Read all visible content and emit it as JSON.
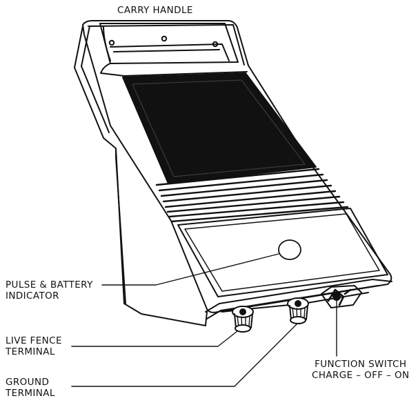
{
  "labels": {
    "carry_handle": "CARRY HANDLE",
    "pulse_indicator": [
      "PULSE & BATTERY",
      "INDICATOR"
    ],
    "live_terminal": [
      "LIVE FENCE",
      "TERMINAL"
    ],
    "ground_terminal": [
      "GROUND",
      "TERMINAL"
    ],
    "function_switch": [
      "FUNCTION SWITCH",
      "CHARGE – OFF – ON"
    ]
  },
  "colors": {
    "stroke": "#111111",
    "panel": "#111111",
    "background": "#ffffff"
  }
}
